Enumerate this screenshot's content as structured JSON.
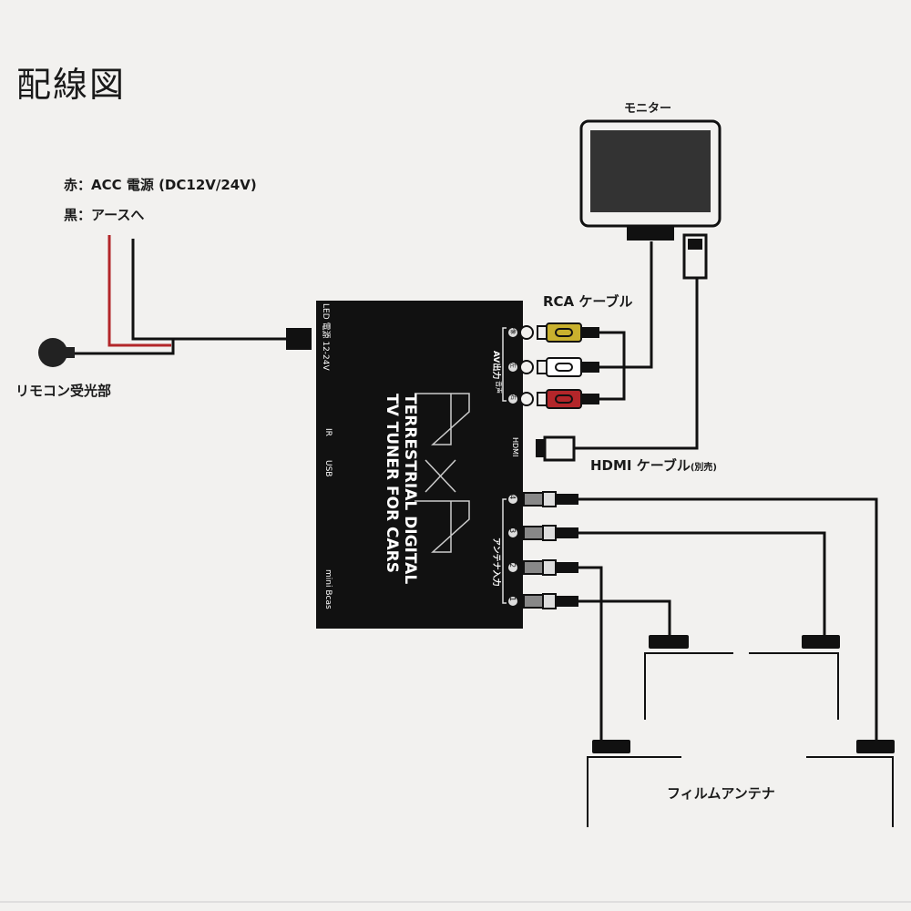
{
  "title": "配線図",
  "labels": {
    "monitor": "モニター",
    "red_wire": "赤：ACC 電源 (DC12V/24V)",
    "black_wire": "黒：アースへ",
    "remote_receiver": "リモコン受光部",
    "rca_cable": "RCA ケーブル",
    "hdmi_cable": "HDMI ケーブル",
    "hdmi_sold_separately": "(別売)",
    "film_antenna": "フィルムアンテナ"
  },
  "tuner": {
    "logo": "4×4",
    "name_line1": "TERRESTRIAL DIGITAL",
    "name_line2": "TV TUNER FOR CARS",
    "port_led_power": "LED  電源 12-24V",
    "port_ir": "IR",
    "port_usb": "USB",
    "port_bcas": "mini Bcas",
    "av_out": "AV出力",
    "av_ports": [
      "映像",
      "左",
      "右"
    ],
    "av_audio": "音声",
    "hdmi": "HDMI",
    "antenna_in": "アンテナ入力",
    "antenna_ports": [
      "4",
      "3",
      "2",
      "1"
    ]
  },
  "colors": {
    "background": "#f2f1ef",
    "red_wire": "#b3262a",
    "rca_yellow": "#c9b12e",
    "rca_white": "#ffffff",
    "rca_red": "#b3262a"
  }
}
